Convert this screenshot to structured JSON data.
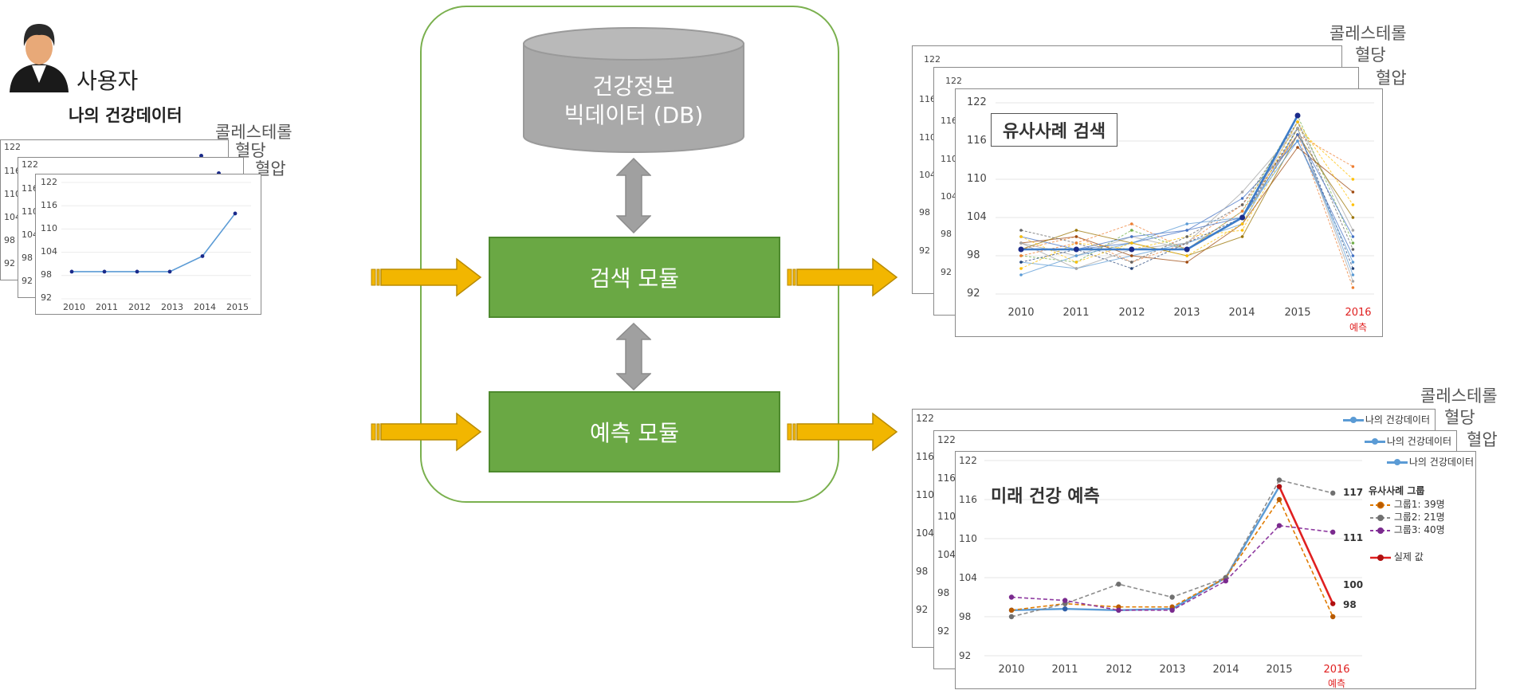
{
  "user": {
    "label": "사용자",
    "data_title": "나의 건강데이터"
  },
  "layer_labels": {
    "l1": "콜레스테롤",
    "l2": "혈당",
    "l3": "혈압"
  },
  "db": {
    "line1": "건강정보",
    "line2": "빅데이터 (DB)"
  },
  "modules": {
    "search": "검색 모듈",
    "predict": "예측 모듈"
  },
  "colors": {
    "module": "#6aa844",
    "arrow": "#f2b600",
    "container_border": "#7ab04e",
    "db": "#a9a9a9",
    "actual": "#e02020"
  },
  "left_chart": {
    "yticks": [
      "122",
      "116",
      "110",
      "104",
      "98",
      "92"
    ],
    "back_ticks": [
      "122",
      "116",
      "110",
      "104",
      "98",
      "92"
    ],
    "xticks": [
      "2010",
      "2011",
      "2012",
      "2013",
      "2014",
      "2015"
    ]
  },
  "search_chart": {
    "title": "유사사례 검색",
    "back_ticks": [
      "122",
      "116",
      "110",
      "104",
      "98",
      "92"
    ],
    "yticks": [
      "122",
      "116",
      "110",
      "104",
      "98",
      "92"
    ],
    "xticks": [
      "2010",
      "2011",
      "2012",
      "2013",
      "2014",
      "2015"
    ],
    "x_pred": "2016",
    "x_pred_sub": "예측"
  },
  "predict_chart": {
    "title": "미래 건강 예측",
    "legend_my": "나의 건강데이터",
    "back_ticks": [
      "122",
      "116",
      "110",
      "104",
      "98",
      "92"
    ],
    "yticks": [
      "122",
      "116",
      "110",
      "104",
      "98",
      "92"
    ],
    "xticks": [
      "2010",
      "2011",
      "2012",
      "2013",
      "2014",
      "2015"
    ],
    "x_pred": "2016",
    "x_pred_sub": "예측",
    "group_title": "유사사례 그룹",
    "groups": [
      "그룹1: 39명",
      "그룹2: 21명",
      "그룹3: 40명"
    ],
    "actual_label": "실제 값",
    "end_values": [
      "117",
      "111",
      "100",
      "98"
    ]
  },
  "chart_data": [
    {
      "type": "line",
      "title": "나의 건강데이터",
      "x": [
        "2010",
        "2011",
        "2012",
        "2013",
        "2014",
        "2015"
      ],
      "series": [
        {
          "values": [
            99,
            99,
            99,
            99,
            103,
            114
          ]
        }
      ],
      "ylim": [
        92,
        122
      ]
    },
    {
      "type": "line",
      "title": "유사사례 검색",
      "x": [
        "2010",
        "2011",
        "2012",
        "2013",
        "2014",
        "2015",
        "2016"
      ],
      "series": [
        {
          "name": "나의 건강데이터",
          "values": [
            99,
            99,
            99,
            99,
            104,
            120,
            null
          ]
        }
      ],
      "ylim": [
        92,
        122
      ]
    },
    {
      "type": "line",
      "title": "미래 건강 예측",
      "x": [
        "2010",
        "2011",
        "2012",
        "2013",
        "2014",
        "2015",
        "2016"
      ],
      "series": [
        {
          "name": "나의 건강데이터",
          "values": [
            99,
            99.2,
            99,
            99.2,
            104,
            118,
            null
          ]
        },
        {
          "name": "그룹1: 39명",
          "values": [
            99,
            100,
            99.5,
            99.5,
            104,
            116,
            98
          ]
        },
        {
          "name": "그룹2: 21명",
          "values": [
            98,
            100,
            103,
            101,
            104,
            119,
            117
          ]
        },
        {
          "name": "그룹3: 40명",
          "values": [
            101,
            100.5,
            99,
            99,
            103.5,
            112,
            111
          ]
        },
        {
          "name": "실제 값",
          "values": [
            null,
            null,
            null,
            null,
            null,
            118,
            100
          ]
        }
      ],
      "ylim": [
        92,
        122
      ]
    }
  ]
}
